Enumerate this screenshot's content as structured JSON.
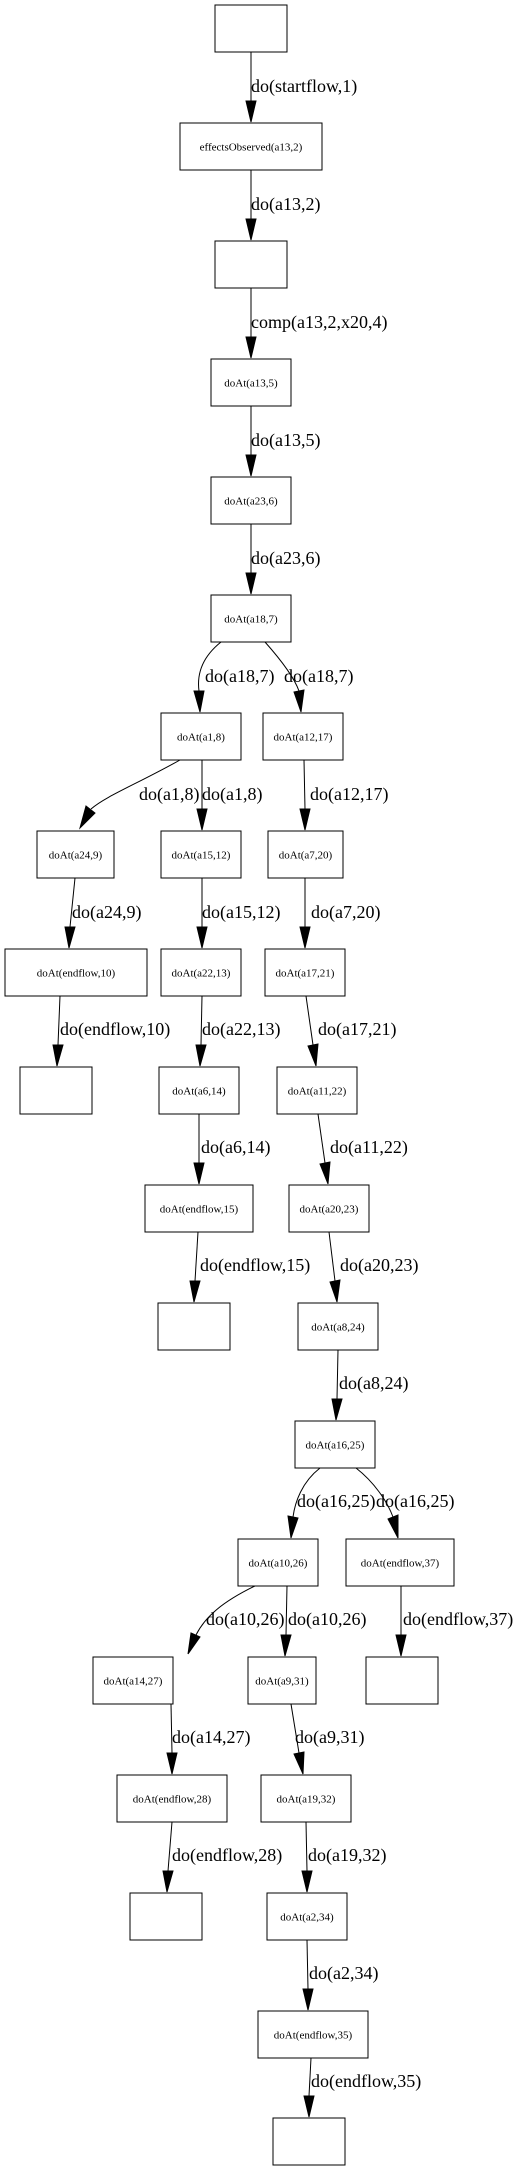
{
  "nodes": {
    "n0": "",
    "n1": "effectsObserved(a13,2)",
    "n2": "",
    "n3": "doAt(a13,5)",
    "n4": "doAt(a23,6)",
    "n5": "doAt(a18,7)",
    "n6": "doAt(a1,8)",
    "n7": "doAt(a12,17)",
    "n8": "doAt(a24,9)",
    "n9": "doAt(a15,12)",
    "n10": "doAt(a7,20)",
    "n11": "doAt(endflow,10)",
    "n12": "doAt(a22,13)",
    "n13": "doAt(a17,21)",
    "n14": "",
    "n15": "doAt(a6,14)",
    "n16": "doAt(a11,22)",
    "n17": "doAt(endflow,15)",
    "n18": "doAt(a20,23)",
    "n19": "",
    "n20": "doAt(a8,24)",
    "n21": "doAt(a16,25)",
    "n22": "doAt(a10,26)",
    "n23": "doAt(endflow,37)",
    "n24": "doAt(a14,27)",
    "n25": "doAt(a9,31)",
    "n26": "",
    "n27": "doAt(endflow,28)",
    "n28": "doAt(a19,32)",
    "n29": "",
    "n30": "doAt(a2,34)",
    "n31": "doAt(endflow,35)",
    "n32": ""
  },
  "edges": {
    "e0": "do(startflow,1)",
    "e1": "do(a13,2)",
    "e2": "comp(a13,2,x20,4)",
    "e3": "do(a13,5)",
    "e4": "do(a23,6)",
    "e5": "do(a18,7)",
    "e6": "do(a18,7)",
    "e7": "do(a1,8)",
    "e8": "do(a1,8)",
    "e9": "do(a12,17)",
    "e10": "do(a24,9)",
    "e11": "do(a15,12)",
    "e12": "do(a7,20)",
    "e13": "do(endflow,10)",
    "e14": "do(a22,13)",
    "e15": "do(a17,21)",
    "e16": "do(a6,14)",
    "e17": "do(a11,22)",
    "e18": "do(endflow,15)",
    "e19": "do(a20,23)",
    "e20": "do(a8,24)",
    "e21": "do(a16,25)",
    "e22": "do(a16,25)",
    "e23": "do(a10,26)",
    "e24": "do(a10,26)",
    "e25": "do(endflow,37)",
    "e26": "do(a14,27)",
    "e27": "do(a9,31)",
    "e28": "do(endflow,28)",
    "e29": "do(a19,32)",
    "e30": "do(a2,34)",
    "e31": "do(endflow,35)"
  }
}
